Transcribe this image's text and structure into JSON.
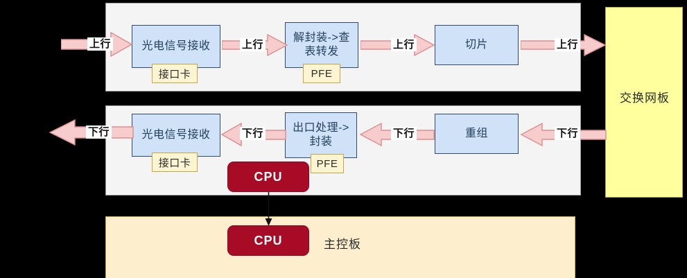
{
  "diagram": {
    "title": "Router packet forwarding architecture",
    "colors": {
      "background": "#000000",
      "panel_gray": "#f4f4f4",
      "panel_yellow": "#ffff9e",
      "panel_cream": "#fdefcd",
      "process_box": "#cfe2f7",
      "process_border": "#2e4a6e",
      "tag_box": "#fdf4d2",
      "tag_border": "#c9a642",
      "cpu_box": "#a80b26",
      "arrow_fill": "#f7cccc",
      "arrow_stroke": "#d98f8f"
    }
  },
  "panels": {
    "upstream_row": {
      "name": "upstream-line-card-panel"
    },
    "downstream_row": {
      "name": "downstream-line-card-panel"
    },
    "switch_fabric": {
      "label": "交换网板"
    },
    "main_control": {
      "label": "主控板"
    }
  },
  "upstream": {
    "direction_label": "上行",
    "boxes": [
      {
        "label": "光电信号接收",
        "tag": "接口卡"
      },
      {
        "label": "解封装->查表转发",
        "tag": "PFE"
      },
      {
        "label": "切片",
        "tag": ""
      }
    ],
    "arrow_labels": [
      "上行",
      "上行",
      "上行",
      "上行"
    ]
  },
  "downstream": {
    "direction_label": "下行",
    "boxes": [
      {
        "label": "光电信号接收",
        "tag": "接口卡"
      },
      {
        "label": "出口处理->封装",
        "tag": "PFE"
      },
      {
        "label": "重组",
        "tag": ""
      }
    ],
    "arrow_labels": [
      "下行",
      "下行",
      "下行",
      "下行"
    ]
  },
  "cpus": {
    "line_card_cpu": "CPU",
    "main_control_cpu": "CPU"
  }
}
